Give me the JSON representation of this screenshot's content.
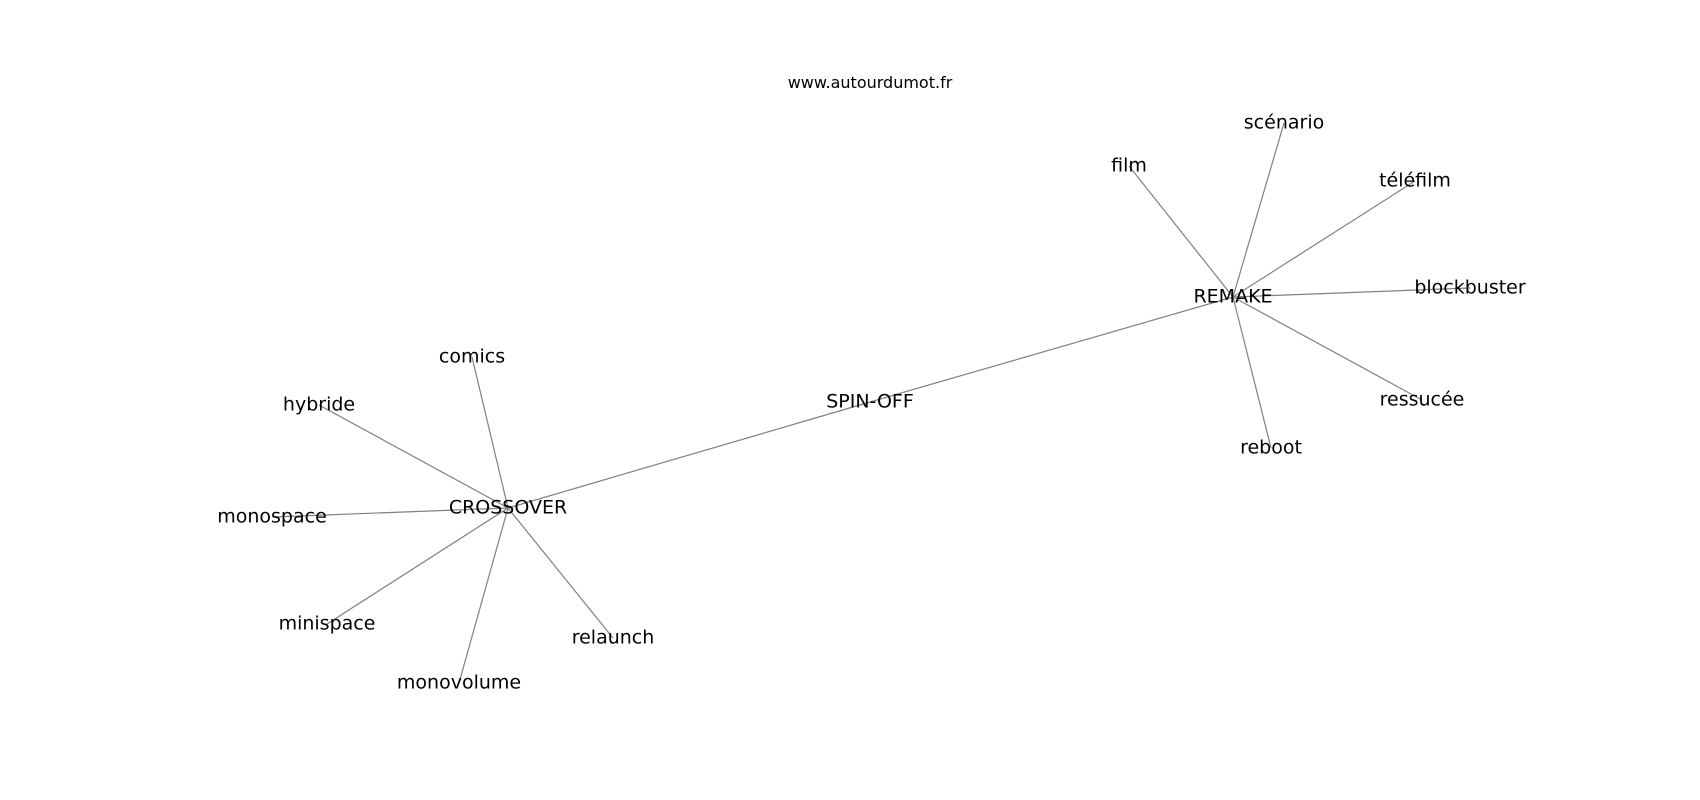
{
  "watermark": "www.autourdumot.fr",
  "diagram": {
    "type": "word-association-graph",
    "colors": {
      "edge": "#808080",
      "text": "#000000",
      "background": "#ffffff"
    },
    "nodes": [
      {
        "id": "spin-off",
        "label": "SPIN-OFF"
      },
      {
        "id": "crossover",
        "label": "CROSSOVER"
      },
      {
        "id": "remake",
        "label": "REMAKE"
      },
      {
        "id": "comics",
        "label": "comics"
      },
      {
        "id": "hybride",
        "label": "hybride"
      },
      {
        "id": "monospace",
        "label": "monospace"
      },
      {
        "id": "minispace",
        "label": "minispace"
      },
      {
        "id": "monovolume",
        "label": "monovolume"
      },
      {
        "id": "relaunch",
        "label": "relaunch"
      },
      {
        "id": "film",
        "label": "film"
      },
      {
        "id": "scenario",
        "label": "scénario"
      },
      {
        "id": "telefilm",
        "label": "téléfilm"
      },
      {
        "id": "blockbuster",
        "label": "blockbuster"
      },
      {
        "id": "ressucee",
        "label": "ressucée"
      },
      {
        "id": "reboot",
        "label": "reboot"
      }
    ],
    "edges": [
      [
        "spin-off",
        "crossover"
      ],
      [
        "spin-off",
        "remake"
      ],
      [
        "crossover",
        "comics"
      ],
      [
        "crossover",
        "hybride"
      ],
      [
        "crossover",
        "monospace"
      ],
      [
        "crossover",
        "minispace"
      ],
      [
        "crossover",
        "monovolume"
      ],
      [
        "crossover",
        "relaunch"
      ],
      [
        "remake",
        "film"
      ],
      [
        "remake",
        "scenario"
      ],
      [
        "remake",
        "telefilm"
      ],
      [
        "remake",
        "blockbuster"
      ],
      [
        "remake",
        "ressucee"
      ],
      [
        "remake",
        "reboot"
      ]
    ]
  }
}
